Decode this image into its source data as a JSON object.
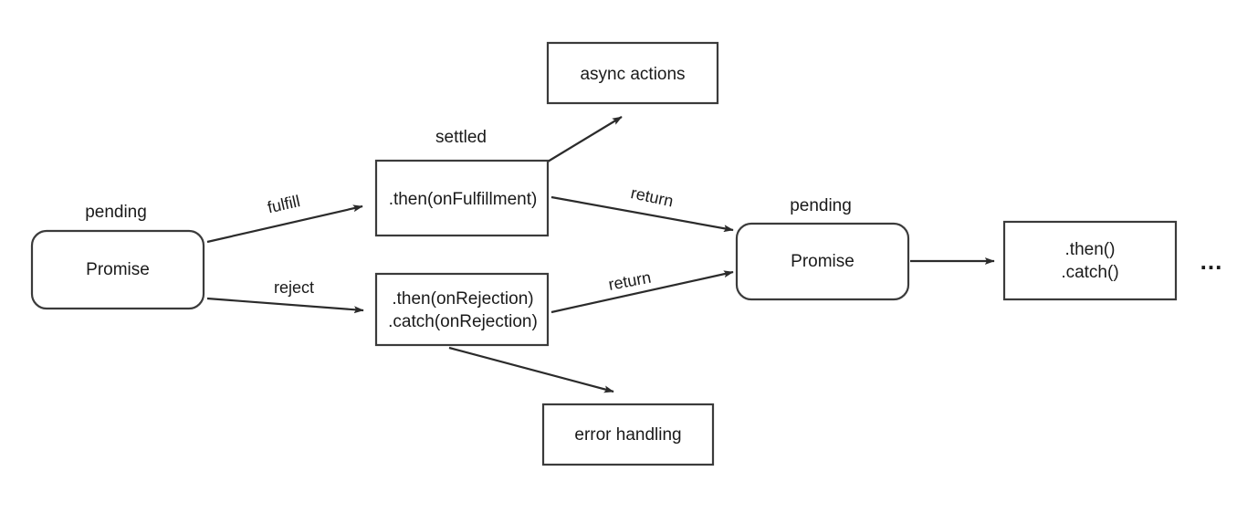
{
  "diagram": {
    "title": "JavaScript Promise chaining flow",
    "background_color": "#ffffff",
    "stroke_color": "#3b3b3b",
    "text_color": "#1a1a1a",
    "nodes": {
      "promise_initial": {
        "label": "Promise",
        "state_label": "pending",
        "shape": "rounded-rectangle"
      },
      "on_fulfillment": {
        "label": ".then(onFulfillment)",
        "state_label": "settled",
        "shape": "rectangle"
      },
      "on_rejection": {
        "label_line1": ".then(onRejection)",
        "label_line2": ".catch(onRejection)",
        "shape": "rectangle"
      },
      "async_actions": {
        "label": "async actions",
        "shape": "rectangle"
      },
      "error_handling": {
        "label": "error handling",
        "shape": "rectangle"
      },
      "promise_returned": {
        "label": "Promise",
        "state_label": "pending",
        "shape": "rounded-rectangle"
      },
      "then_catch": {
        "label_line1": ".then()",
        "label_line2": ".catch()",
        "shape": "rectangle"
      },
      "continuation": {
        "label": "..."
      }
    },
    "edges": {
      "fulfill": {
        "label": "fulfill"
      },
      "reject": {
        "label": "reject"
      },
      "async": {
        "label": ""
      },
      "error": {
        "label": ""
      },
      "return_fulfill": {
        "label": "return"
      },
      "return_reject": {
        "label": "return"
      },
      "chain": {
        "label": ""
      }
    }
  }
}
